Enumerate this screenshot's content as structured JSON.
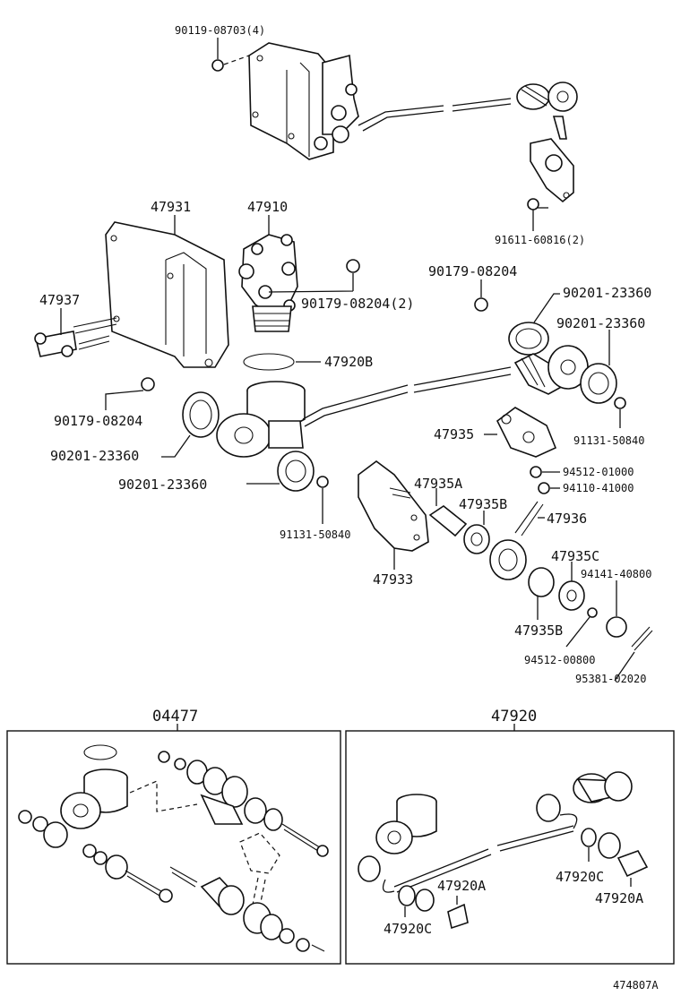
{
  "labels": {
    "p90119_08703": "90119-08703(4)",
    "p91611_60816": "91611-60816(2)",
    "p47931": "47931",
    "p47910": "47910",
    "p90179_08204_2": "90179-08204(2)",
    "p90179_08204_top": "90179-08204",
    "p90201_23360_a": "90201-23360",
    "p90201_23360_b": "90201-23360",
    "p47937": "47937",
    "p47920B": "47920B",
    "p90179_08204_left": "90179-08204",
    "p90201_23360_left": "90201-23360",
    "p90201_23360_bottom": "90201-23360",
    "p91131_50840_right": "91131-50840",
    "p47935": "47935",
    "p94512_01000": "94512-01000",
    "p94110_41000": "94110-41000",
    "p47935A": "47935A",
    "p47935B_top": "47935B",
    "p47936": "47936",
    "p91131_50840_low": "91131-50840",
    "p47933": "47933",
    "p47935C": "47935C",
    "p94141_40800": "94141-40800",
    "p47935B_low": "47935B",
    "p94512_00800": "94512-00800",
    "p95381_02020": "95381-02020"
  },
  "kits": {
    "left_title": "04477",
    "right_title": "47920",
    "right_labels": {
      "a1": "47920A",
      "c1": "47920C",
      "c2": "47920C",
      "a2": "47920A"
    }
  },
  "figure_number": "474807A"
}
